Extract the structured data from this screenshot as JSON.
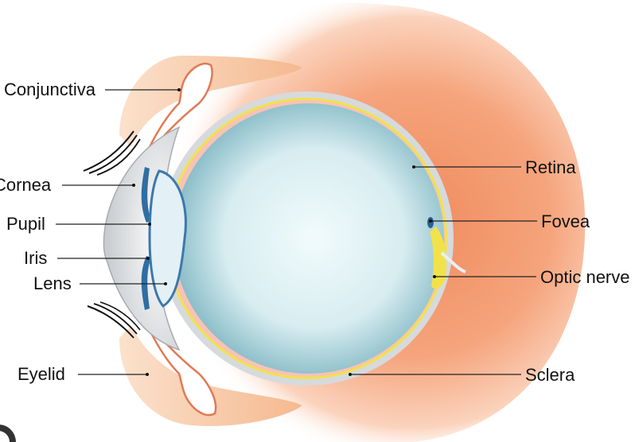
{
  "labels": {
    "conjunctiva": "Conjunctiva",
    "cornea": "Cornea",
    "pupil": "Pupil",
    "iris": "Iris",
    "lens": "Lens",
    "eyelid": "Eyelid",
    "retina": "Retina",
    "fovea": "Fovea",
    "optic_nerve": "Optic nerve",
    "sclera": "Sclera"
  },
  "colors": {
    "orbit_tissue": "#f3a27a",
    "eyeball_fill": "#cfe6ec",
    "sclera": "#bfc3c7",
    "retina": "#f2e24a",
    "iris": "#4a7fb0",
    "eyelid": "#f7c9a6"
  }
}
